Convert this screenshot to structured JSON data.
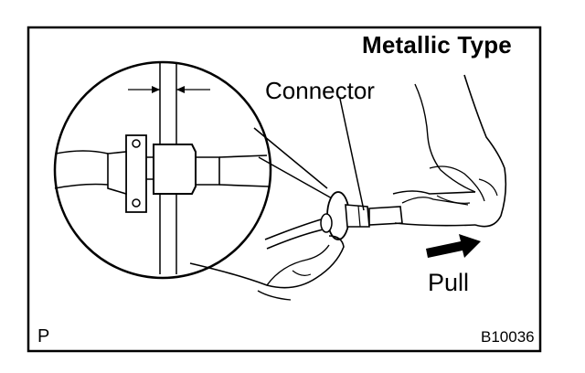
{
  "figure": {
    "title": "Metallic Type",
    "connector_label": "Connector",
    "pull_label": "Pull",
    "corner_mark": "P",
    "figure_code": "B10036"
  },
  "icons": [
    "pull-arrow-icon",
    "magnifier-inset",
    "dimension-arrows"
  ],
  "colors": {
    "line": "#000000",
    "background": "#ffffff",
    "light_line": "#9a9a9a"
  }
}
